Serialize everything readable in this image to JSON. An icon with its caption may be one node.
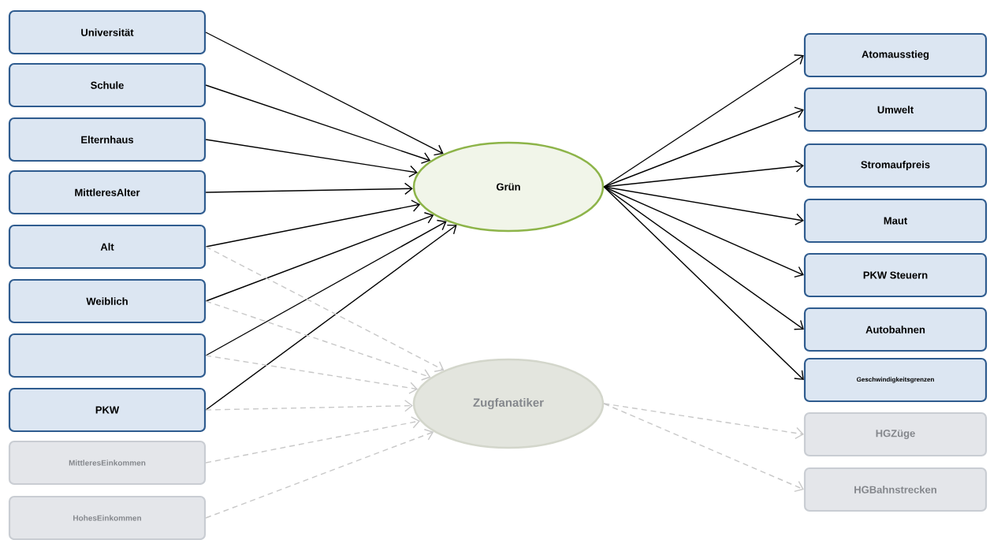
{
  "diagram": {
    "nodes": [
      {
        "text": [
          "Universität"
        ]
      },
      {
        "text": [
          "Schule"
        ]
      },
      {
        "text": [
          "Elternhaus"
        ]
      },
      {
        "text": [
          "MittleresAlter"
        ]
      },
      {
        "text": [
          "Alt"
        ]
      },
      {
        "text": [
          "Weiblich"
        ]
      },
      {
        "text": [],
        "shape": "box"
      },
      {
        "text": [
          "PKW"
        ]
      },
      {
        "text": [
          "MittleresEinkommen"
        ]
      },
      {
        "text": [
          "HohesEinkommen"
        ]
      },
      {
        "text": [
          "Grün"
        ]
      },
      {
        "text": [
          "Zugfanatiker"
        ]
      },
      {
        "text": [
          "Atomausstieg"
        ]
      },
      {
        "text": [
          "Umwelt"
        ]
      },
      {
        "text": [
          "Stromaufpreis"
        ]
      },
      {
        "text": [
          "Maut"
        ]
      },
      {
        "text": [
          "PKW Steuern"
        ]
      },
      {
        "text": [
          "Autobahnen"
        ]
      },
      {
        "text": [
          "Geschwindigkeitsgrenzen"
        ]
      },
      {
        "text": [
          "HGZüge"
        ]
      },
      {
        "text": [
          "HGBahnstrecken"
        ]
      }
    ],
    "edges": [
      {
        "from": 0,
        "to": 10,
        "arrow": "to"
      },
      {
        "from": 1,
        "to": 10,
        "arrow": "to"
      },
      {
        "from": 2,
        "to": 10,
        "arrow": "to"
      },
      {
        "from": 3,
        "to": 10,
        "arrow": "to"
      },
      {
        "from": 4,
        "to": 10,
        "arrow": "to"
      },
      {
        "from": 5,
        "to": 10,
        "arrow": "to"
      },
      {
        "from": 6,
        "to": 10,
        "arrow": "to"
      },
      {
        "from": 7,
        "to": 10,
        "arrow": "to"
      },
      {
        "from": 4,
        "to": 11,
        "arrow": "to",
        "style": "dashed",
        "color": "#c8c8c8"
      },
      {
        "from": 5,
        "to": 11,
        "arrow": "to",
        "style": "dashed",
        "color": "#c8c8c8"
      },
      {
        "from": 6,
        "to": 11,
        "arrow": "to",
        "style": "dashed",
        "color": "#c8c8c8"
      },
      {
        "from": 7,
        "to": 11,
        "arrow": "to",
        "style": "dashed",
        "color": "#c8c8c8"
      },
      {
        "from": 8,
        "to": 11,
        "arrow": "to",
        "style": "dashed",
        "color": "#c8c8c8"
      },
      {
        "from": 9,
        "to": 11,
        "arrow": "to",
        "style": "dashed",
        "color": "#c8c8c8"
      },
      {
        "from": 10,
        "to": 12,
        "arrow": "to"
      },
      {
        "from": 10,
        "to": 13,
        "arrow": "to"
      },
      {
        "from": 10,
        "to": 14,
        "arrow": "to"
      },
      {
        "from": 10,
        "to": 15,
        "arrow": "to"
      },
      {
        "from": 10,
        "to": 16,
        "arrow": "to"
      },
      {
        "from": 10,
        "to": 17,
        "arrow": "to"
      },
      {
        "from": 10,
        "to": 18,
        "arrow": "to"
      },
      {
        "from": 11,
        "to": 19,
        "arrow": "to",
        "style": "dashed",
        "color": "#c8c8c8"
      },
      {
        "from": 11,
        "to": 20,
        "arrow": "to",
        "style": "dashed",
        "color": "#c8c8c8"
      }
    ]
  }
}
